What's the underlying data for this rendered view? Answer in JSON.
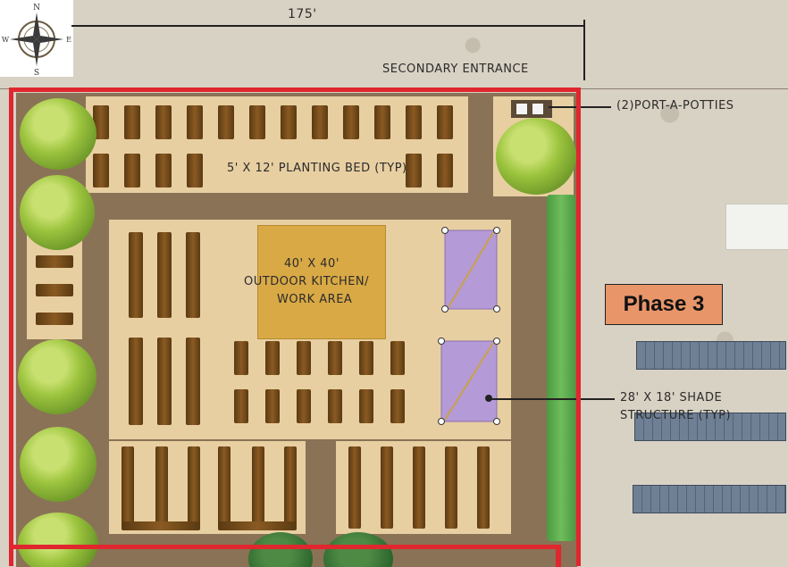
{
  "labels": {
    "dimension_top": "175'",
    "secondary_entrance": "SECONDARY ENTRANCE",
    "port_a_potties": "(2)PORT-A-POTTIES",
    "planting_bed": "5' X 12' PLANTING BED (TYP)",
    "kitchen_line1": "40' X 40'",
    "kitchen_line2": "OUTDOOR KITCHEN/",
    "kitchen_line3": "WORK AREA",
    "shade_line1": "28' X 18' SHADE",
    "shade_line2": "STRUCTURE (TYP)",
    "phase": "Phase 3"
  },
  "compass": {
    "north": "N",
    "south": "S",
    "east": "E",
    "west": "W"
  },
  "colors": {
    "boundary": "#e0262e",
    "phase_box": "#e8956a",
    "kitchen": "#d9a945",
    "shade": "#b49ad6",
    "green_strip": "#5faa4e",
    "path": "#8a7256",
    "sand": "#e8cfa2"
  }
}
